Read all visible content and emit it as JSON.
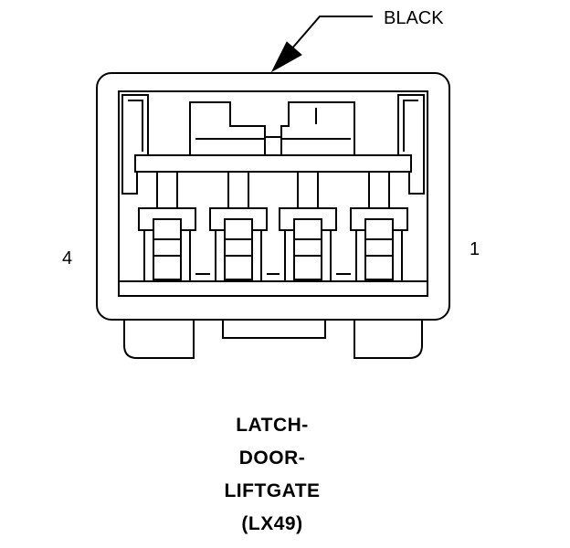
{
  "connector": {
    "color_label": "BLACK",
    "pin_left": "4",
    "pin_right": "1",
    "title_lines": [
      "LATCH-",
      "DOOR-",
      "LIFTGATE",
      "(LX49)"
    ]
  },
  "colors": {
    "line": "#000000",
    "background": "#ffffff"
  }
}
